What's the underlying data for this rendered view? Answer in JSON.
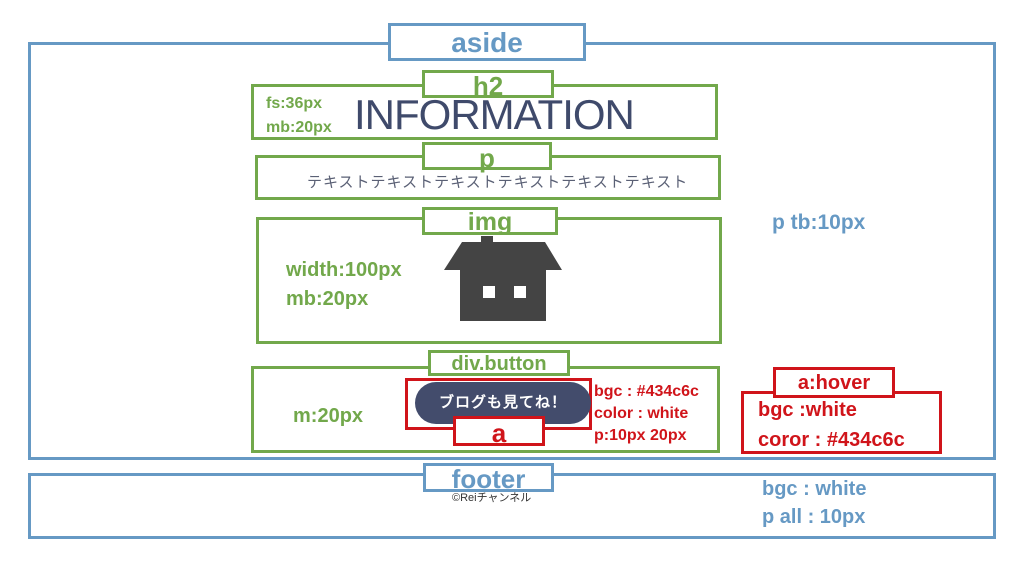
{
  "colors": {
    "blue": "#6699c4",
    "green": "#72a84b",
    "red": "#d0141a",
    "navy": "#434c6c",
    "icon": "#444444"
  },
  "aside": {
    "tag": "aside",
    "note": "p tb:10px"
  },
  "h2": {
    "tag": "h2",
    "text": "INFORMATION",
    "notes": [
      "fs:36px",
      "mb:20px"
    ]
  },
  "p": {
    "tag": "p",
    "text": "テキストテキストテキストテキストテキストテキスト"
  },
  "img": {
    "tag": "img",
    "icon": "house-icon",
    "notes": [
      "width:100px",
      "mb:20px"
    ]
  },
  "div_button": {
    "tag": "div.button",
    "note": "m:20px"
  },
  "a": {
    "tag": "a",
    "label": "ブログも見てね！",
    "notes": [
      "bgc : #434c6c",
      "color : white",
      "p:10px 20px"
    ]
  },
  "a_hover": {
    "tag": "a:hover",
    "notes": [
      "bgc :white",
      "coror : #434c6c"
    ]
  },
  "footer": {
    "tag": "footer",
    "text": "©Reiチャンネル",
    "notes": [
      "bgc : white",
      "p all : 10px"
    ]
  }
}
